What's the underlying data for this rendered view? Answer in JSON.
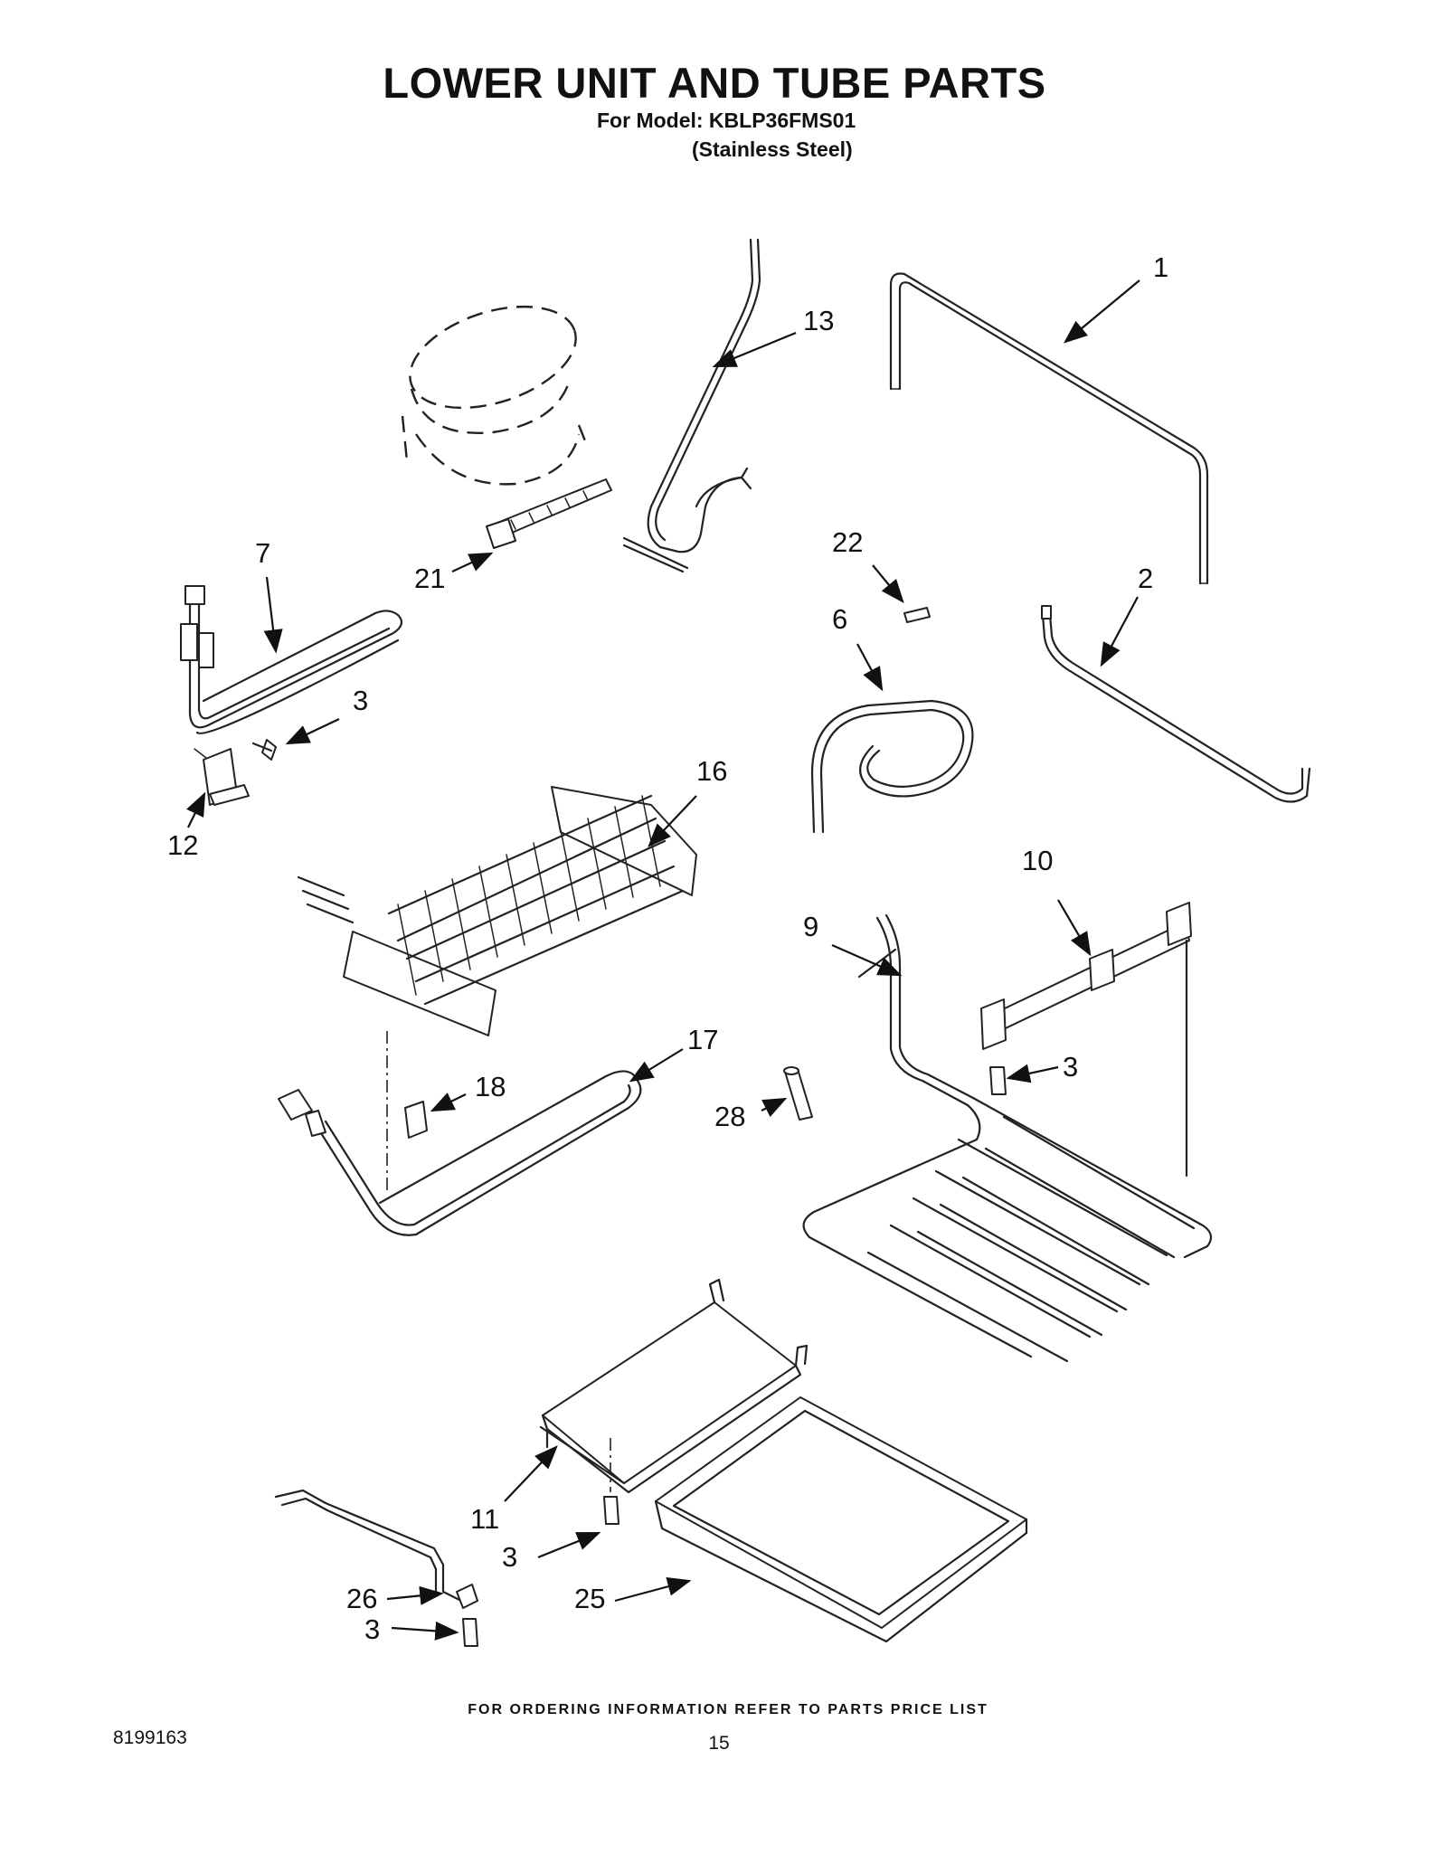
{
  "header": {
    "title": "LOWER UNIT AND TUBE PARTS",
    "model_line": "For Model: KBLP36FMS01",
    "model_finish": "(Stainless Steel)"
  },
  "callouts": [
    "1",
    "13",
    "22",
    "2",
    "7",
    "21",
    "6",
    "3",
    "16",
    "12",
    "10",
    "9",
    "3",
    "17",
    "18",
    "28",
    "11",
    "3",
    "26",
    "25",
    "3"
  ],
  "footer": {
    "ordering_note": "FOR ORDERING INFORMATION REFER TO PARTS PRICE LIST",
    "doc_number": "8199163",
    "page_number": "15"
  }
}
